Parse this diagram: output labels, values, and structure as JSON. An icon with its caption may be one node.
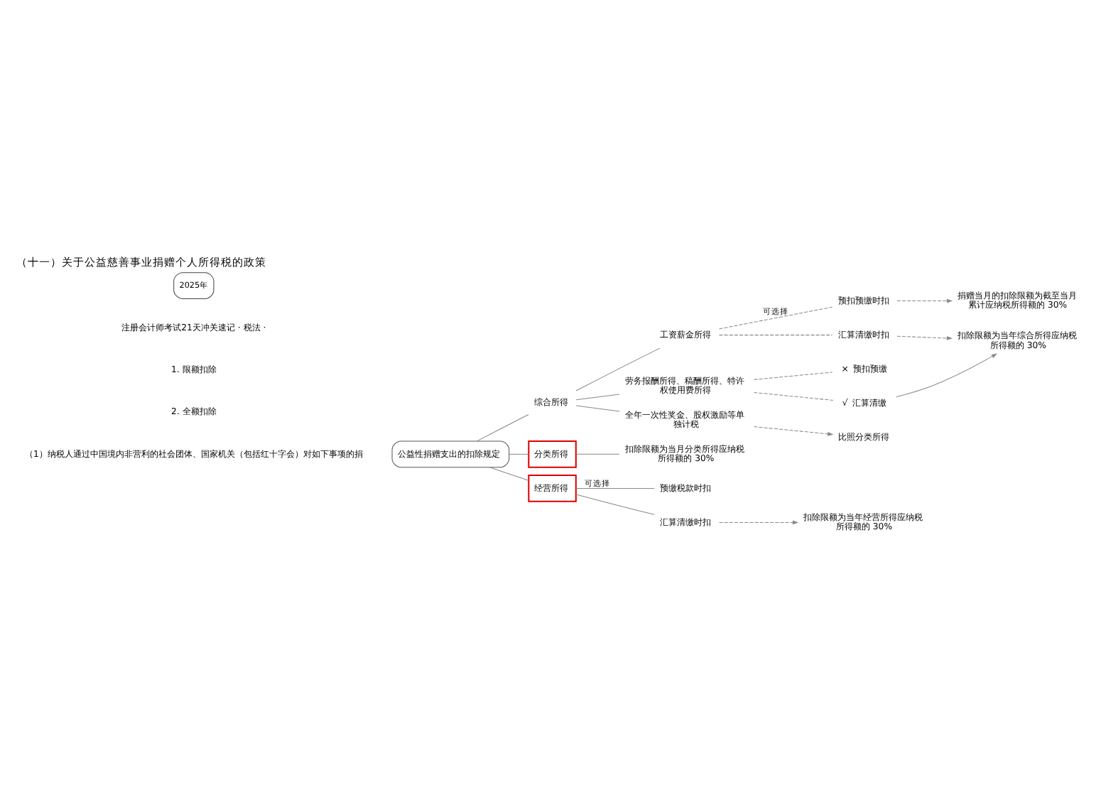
{
  "diagram": {
    "title": "（十一）关于公益慈善事业捐赠个人所得税的政策",
    "nodes": [
      {
        "text": [
          "公益性捐赠支出的扣除规定"
        ]
      },
      {
        "text": [
          "综合所得"
        ]
      },
      {
        "text": [
          "工资薪金所得"
        ]
      },
      {
        "text": [
          "预扣预缴时扣"
        ]
      },
      {
        "text": [
          "捐赠当月的扣除限额为截至当月累计应纳税所得额的 30%"
        ]
      },
      {
        "text": [
          "汇算清缴时扣"
        ]
      },
      {
        "text": [
          "扣除限额为当年综合所得应纳税所得额的 30%"
        ]
      },
      {
        "text": [
          "劳务报酬所得、稿酬所得、特许权使用费所得"
        ]
      },
      {
        "text": [
          "预扣预缴"
        ],
        "beside": [
          "×"
        ]
      },
      {
        "text": [
          "汇算清缴"
        ],
        "beside": [
          "√"
        ]
      },
      {
        "text": [
          "全年一次性奖金、股权激励等单独计税"
        ]
      },
      {
        "text": [
          "比照分类所得"
        ]
      },
      {
        "text": [
          "分类所得"
        ]
      },
      {
        "text": [
          "扣除限额为当月分类所得应纳税所得额的 30%"
        ]
      },
      {
        "text": [
          "经营所得"
        ]
      },
      {
        "text": [
          "预缴税款时扣"
        ]
      },
      {
        "text": [
          "汇算清缴时扣"
        ]
      },
      {
        "text": [
          "扣除限额为当年经营所得应纳税所得额的 30%"
        ]
      }
    ],
    "edges": [
      {
        "from": 0,
        "to": 1,
        "arrow": "none"
      },
      {
        "from": 0,
        "to": 12,
        "arrow": "none"
      },
      {
        "from": 0,
        "to": 14,
        "arrow": "none"
      },
      {
        "from": 1,
        "to": 2,
        "arrow": "none"
      },
      {
        "from": 1,
        "to": 7,
        "arrow": "none"
      },
      {
        "from": 1,
        "to": 10,
        "arrow": "none"
      },
      {
        "from": 2,
        "to": 3,
        "arrow": "none",
        "style": "dashed",
        "label": "可选择"
      },
      {
        "from": 2,
        "to": 5,
        "arrow": "none",
        "style": "dashed"
      },
      {
        "from": 3,
        "to": 4,
        "arrow": "to",
        "style": "dashed"
      },
      {
        "from": 5,
        "to": 6,
        "arrow": "to",
        "style": "dashed"
      },
      {
        "from": 7,
        "to": 8,
        "arrow": "none",
        "style": "dashed"
      },
      {
        "from": 7,
        "to": 9,
        "arrow": "none",
        "style": "dashed"
      },
      {
        "from": 9,
        "to": 6,
        "arrow": "to"
      },
      {
        "from": 10,
        "to": 11,
        "arrow": "to",
        "style": "dashed"
      },
      {
        "from": 12,
        "to": 13,
        "arrow": "none"
      },
      {
        "from": 14,
        "to": 15,
        "arrow": "none",
        "label": "可选择"
      },
      {
        "from": 14,
        "to": 16,
        "arrow": "none"
      },
      {
        "from": 16,
        "to": 17,
        "arrow": "to",
        "style": "dashed"
      }
    ],
    "labels": [
      "2025年",
      "注册会计师考试21天冲关速记 · 税法 ·",
      "1. 限额扣除",
      "2. 全额扣除",
      "（1）纳税人通过中国境内非营利的社会团体、国家机关（包括红十字会）对如下事项的捐"
    ]
  }
}
